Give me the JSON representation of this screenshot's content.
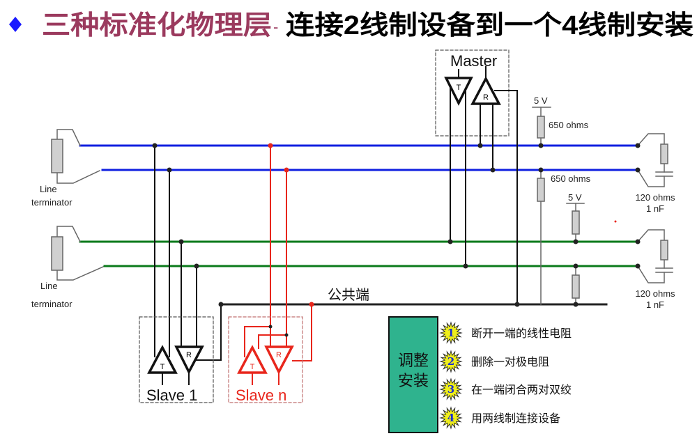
{
  "title": {
    "part1": "三种标准化物理层",
    "separator": "-",
    "part2": "连接2线制设备到一个4线制安装",
    "part1_color": "#9b3a5e",
    "bullet_color": "#1a1aff"
  },
  "diagram": {
    "master_label": "Master",
    "slave1_label": "Slave 1",
    "slaven_label": "Slave n",
    "transmitter_letter": "T",
    "receiver_letter": "R",
    "common_label": "公共端",
    "terminator_line": "Line",
    "terminator_word": "terminator",
    "supply_5v": "5 V",
    "bias_resistor": "650 ohms",
    "term_resistor": "120 ohms",
    "term_cap": "1 nF",
    "colors": {
      "blue_pair": "#1020e0",
      "green_pair": "#0a7a1a",
      "slave_n": "#e8261c"
    }
  },
  "legend": {
    "box_label_line1": "调整",
    "box_label_line2": "安装",
    "box_color": "#2fb38e",
    "steps": [
      {
        "num": "1",
        "text": "断开一端的线性电阻"
      },
      {
        "num": "2",
        "text": "删除一对极电阻"
      },
      {
        "num": "3",
        "text": "在一端闭合两对双绞"
      },
      {
        "num": "4",
        "text": "用两线制连接设备"
      }
    ]
  }
}
